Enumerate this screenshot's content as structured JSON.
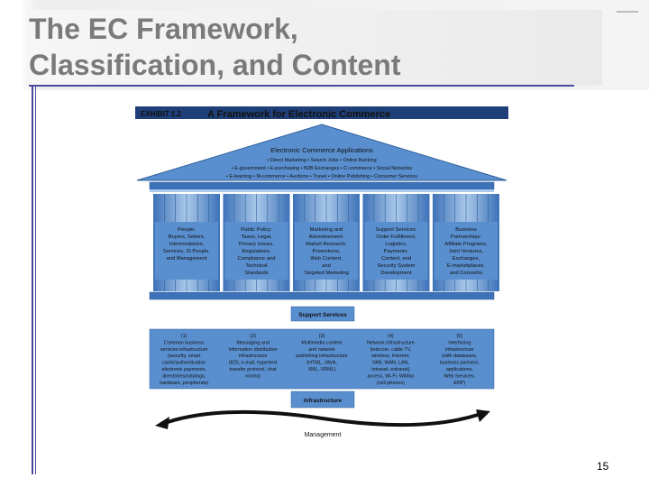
{
  "slide": {
    "title_line1": "The EC Framework,",
    "title_line2": "Classification, and Content",
    "page_number": "15"
  },
  "exhibit": {
    "label": "EXHIBIT 1.2",
    "title": "A Framework for Electronic Commerce",
    "roof_title": "Electronic Commerce Applications",
    "roof_lines": [
      "• Direct Marketing • Search Jobs • Online Banking",
      "• E-government • E-purchasing • B2B Exchanges • C-commerce • Social Networks",
      "• E-learning • M-commerce • Auctions • Travel • Online Publishing • Consumer Services"
    ],
    "pillars": [
      [
        "People:",
        "Buyers, Sellers,",
        "Intermediaries,",
        "Services, IS People,",
        "and Management"
      ],
      [
        "Public Policy:",
        "Taxes, Legal,",
        "Privacy Issues,",
        "Regulations,",
        "Compliance and",
        "Technical",
        "Standards"
      ],
      [
        "Marketing and",
        "Advertisement:",
        "Market Research,",
        "Promotions,",
        "Web Content,",
        "and",
        "Targeted Marketing"
      ],
      [
        "Support Services:",
        "Order Fulfillment,",
        "Logistics,",
        "Payments,",
        "Content, and",
        "Security System",
        "Development"
      ],
      [
        "Business",
        "Partnerships:",
        "Affiliate Programs,",
        "Joint Ventures,",
        "Exchanges,",
        "E-marketplaces,",
        "and Consortia"
      ]
    ],
    "support_label": "Support Services",
    "infra_columns": [
      [
        "(1)",
        "Common business",
        "services infrastructure",
        "(security, smart",
        "cards/authentication",
        "electronic payments,",
        "directories/catalogs,",
        "hardware, peripherals)"
      ],
      [
        "(2)",
        "Messaging and",
        "information distribution",
        "infrastructure",
        "(EDI, e-mail, hypertext",
        "transfer protocol, chat",
        "rooms)"
      ],
      [
        "(3)",
        "Multimedia content",
        "and network",
        "publishing infrastructure",
        "(HTML, JAVA,",
        "XML, VRML)"
      ],
      [
        "(4)",
        "Network infrastructure",
        "(telecom, cable TV,",
        "wireless, Internet,",
        "VAN, WAN, LAN,",
        "intranet, extranet)",
        "access, Wi-Fi, WiMax",
        "(cell phones)"
      ],
      [
        "(5)",
        "Interfacing",
        "infrastructure",
        "(with databases,",
        "business partners,",
        "applications,",
        "Web Services,",
        "ERP)"
      ]
    ],
    "infrastructure_label": "Infrastructure",
    "management_label": "Management"
  },
  "colors": {
    "title_text": "#7a7a7a",
    "rule": "#4a4aa0",
    "figure_blue": "#5a8fcf",
    "figure_light": "#a9c8ea",
    "figure_dark": "#2f5f99",
    "exhibit_bar": "#1f3f78"
  }
}
